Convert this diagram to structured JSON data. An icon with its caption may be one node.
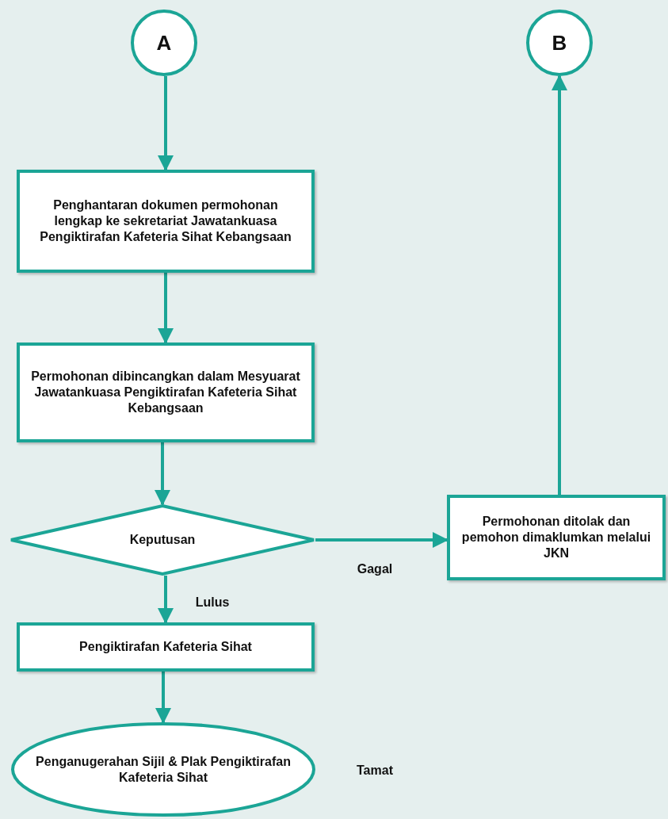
{
  "diagram": {
    "nodes": [
      {
        "text": [
          "A"
        ]
      },
      {
        "text": [
          "B"
        ]
      },
      {
        "text": [
          "Penghantaran dokumen permohonan lengkap ke sekretariat Jawatankuasa Pengiktirafan Kafeteria Sihat Kebangsaan"
        ]
      },
      {
        "text": [
          "Permohonan dibincangkan dalam Mesyuarat Jawatankuasa Pengiktirafan Kafeteria Sihat Kebangsaan"
        ]
      },
      {
        "text": [
          "Keputusan"
        ]
      },
      {
        "text": [
          "Permohonan ditolak dan pemohon dimaklumkan melalui JKN"
        ]
      },
      {
        "text": [
          "Pengiktirafan Kafeteria Sihat"
        ]
      },
      {
        "text": [
          "Penganugerahan Sijil & Plak Pengiktirafan Kafeteria Sihat"
        ]
      }
    ],
    "edges": [
      {
        "from": 0,
        "to": 2,
        "arrow": "to"
      },
      {
        "from": 2,
        "to": 3,
        "arrow": "to"
      },
      {
        "from": 3,
        "to": 4,
        "arrow": "to"
      },
      {
        "from": 4,
        "to": 5,
        "arrow": "to",
        "label": "Gagal"
      },
      {
        "from": 4,
        "to": 6,
        "arrow": "to",
        "label": "Lulus"
      },
      {
        "from": 6,
        "to": 7,
        "arrow": "to"
      },
      {
        "from": 5,
        "to": 1,
        "arrow": "to"
      }
    ],
    "labels": [
      "Tamat"
    ]
  }
}
